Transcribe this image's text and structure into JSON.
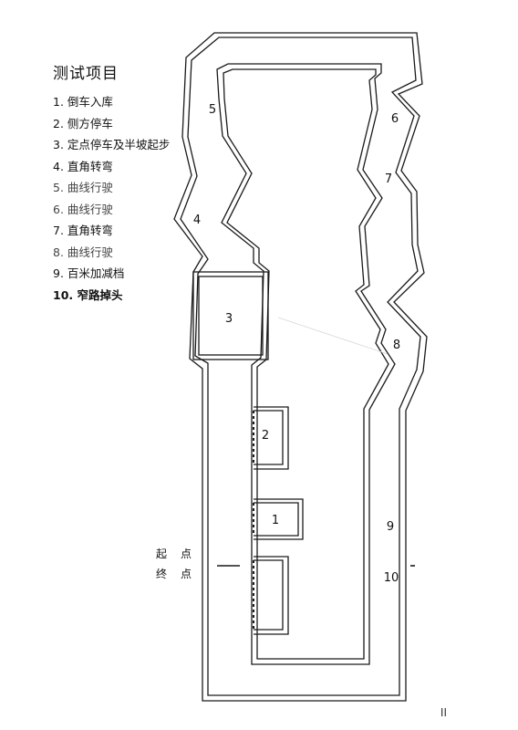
{
  "title": "测试项目",
  "items": [
    "1. 倒车入库",
    "2. 侧方停车",
    "3. 定点停车及半坡起步",
    "4. 直角转弯",
    "5. 曲线行驶",
    "6. 曲线行驶",
    "7. 直角转弯",
    "8.  曲线行驶",
    "9. 百米加减档",
    "10. 窄路掉头"
  ],
  "labels": {
    "n1": "1",
    "n2": "2",
    "n3": "3",
    "n4": "4",
    "n5": "5",
    "n6": "6",
    "n7": "7",
    "n8": "8",
    "n9": "9",
    "n10": "10"
  },
  "start": {
    "a": "起",
    "b": "点"
  },
  "end": {
    "a": "终",
    "b": "点"
  },
  "page_number": "II",
  "colors": {
    "line": "#1a1a1a",
    "text": "#111111"
  }
}
